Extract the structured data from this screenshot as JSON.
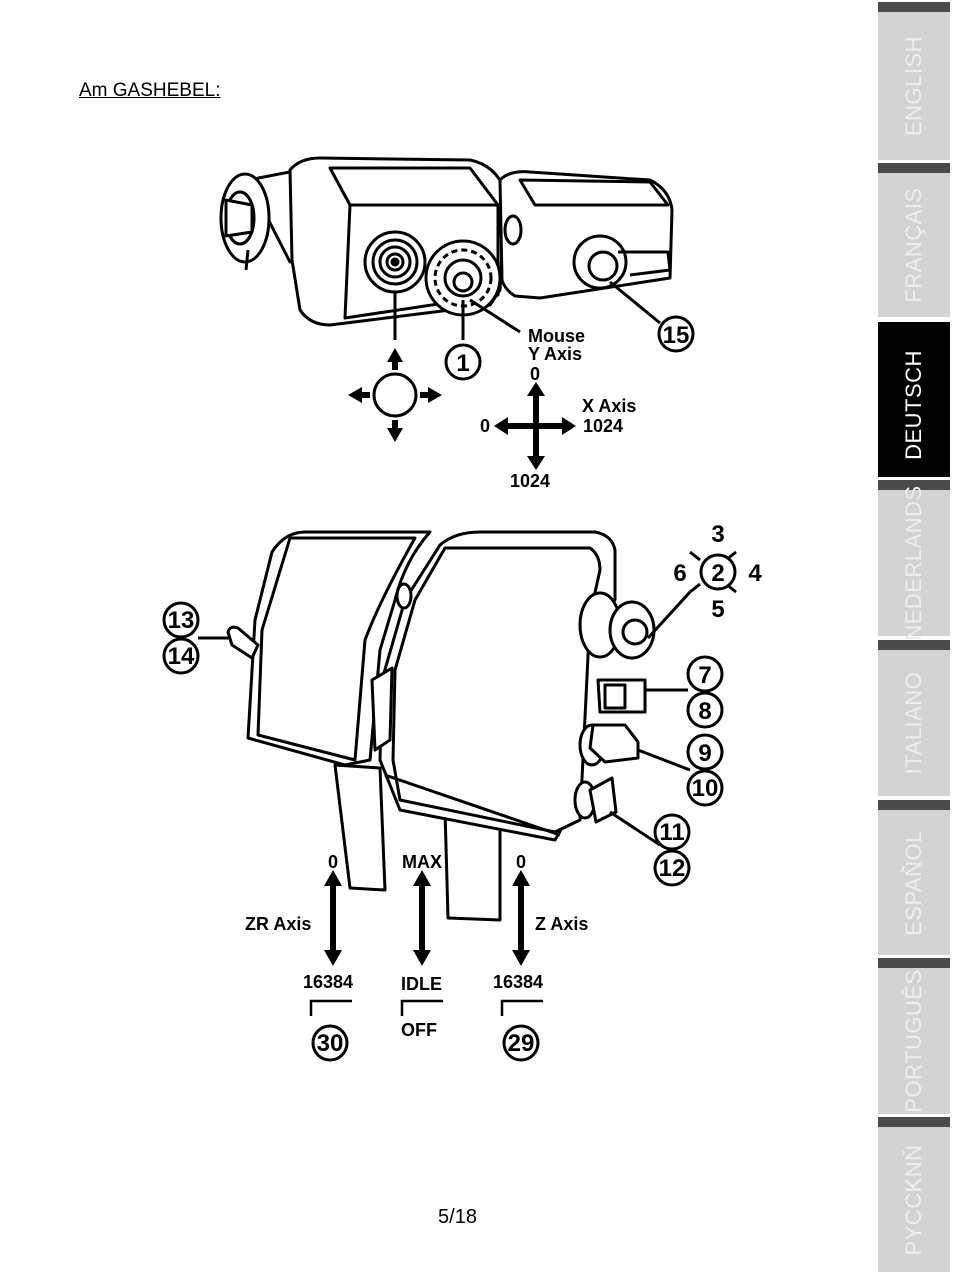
{
  "heading": "Am GASHEBEL:",
  "page_number": "5/18",
  "language_tabs": [
    {
      "label": "ENGLISH",
      "active": false
    },
    {
      "label": "FRANÇAIS",
      "active": false
    },
    {
      "label": "DEUTSCH",
      "active": true
    },
    {
      "label": "NEDERLANDS",
      "active": false
    },
    {
      "label": "ITALIANO",
      "active": false
    },
    {
      "label": "ESPAÑOL",
      "active": false
    },
    {
      "label": "PORTUGUÊS",
      "active": false
    },
    {
      "label": "PYCCKNŇ",
      "active": false
    }
  ],
  "top_diagram": {
    "mouse_label_line1": "Mouse",
    "mouse_label_line2": "Y Axis",
    "y_top": "0",
    "y_bottom": "1024",
    "x_label": "X Axis",
    "x_left": "0",
    "x_right": "1024",
    "callout_1": "1",
    "callout_15": "15"
  },
  "bottom_diagram": {
    "hat_up": "3",
    "hat_center": "2",
    "hat_right": "4",
    "hat_left": "6",
    "hat_down": "5",
    "callout_7": "7",
    "callout_8": "8",
    "callout_9": "9",
    "callout_10": "10",
    "callout_11": "11",
    "callout_12": "12",
    "callout_13": "13",
    "callout_14": "14",
    "zr_top": "0",
    "zr_label": "ZR Axis",
    "zr_bottom": "16384",
    "zr_button": "30",
    "mid_top": "MAX",
    "mid_bottom": "IDLE",
    "mid_off": "OFF",
    "z_top": "0",
    "z_label": "Z Axis",
    "z_bottom": "16384",
    "z_button": "29"
  }
}
